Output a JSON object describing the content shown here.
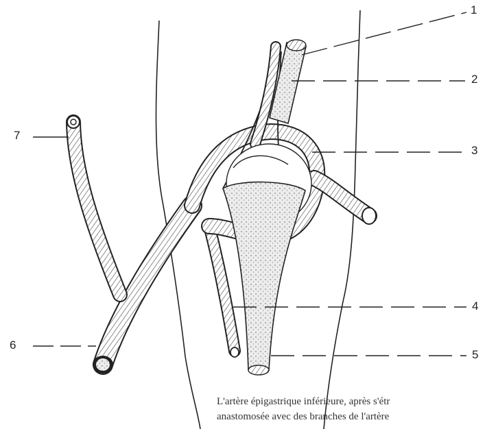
{
  "labels": [
    "1",
    "2",
    "3",
    "4",
    "5",
    "6",
    "7"
  ],
  "caption": {
    "line1": "L'artère épigastrique inférieure, après s'étr",
    "line2": "anastomosée avec des branches de l'artère"
  },
  "colors": {
    "ink": "#222222",
    "vessel_fill": "#ececec",
    "tissue_fill": "#dcdcdc",
    "background": "#ffffff"
  }
}
